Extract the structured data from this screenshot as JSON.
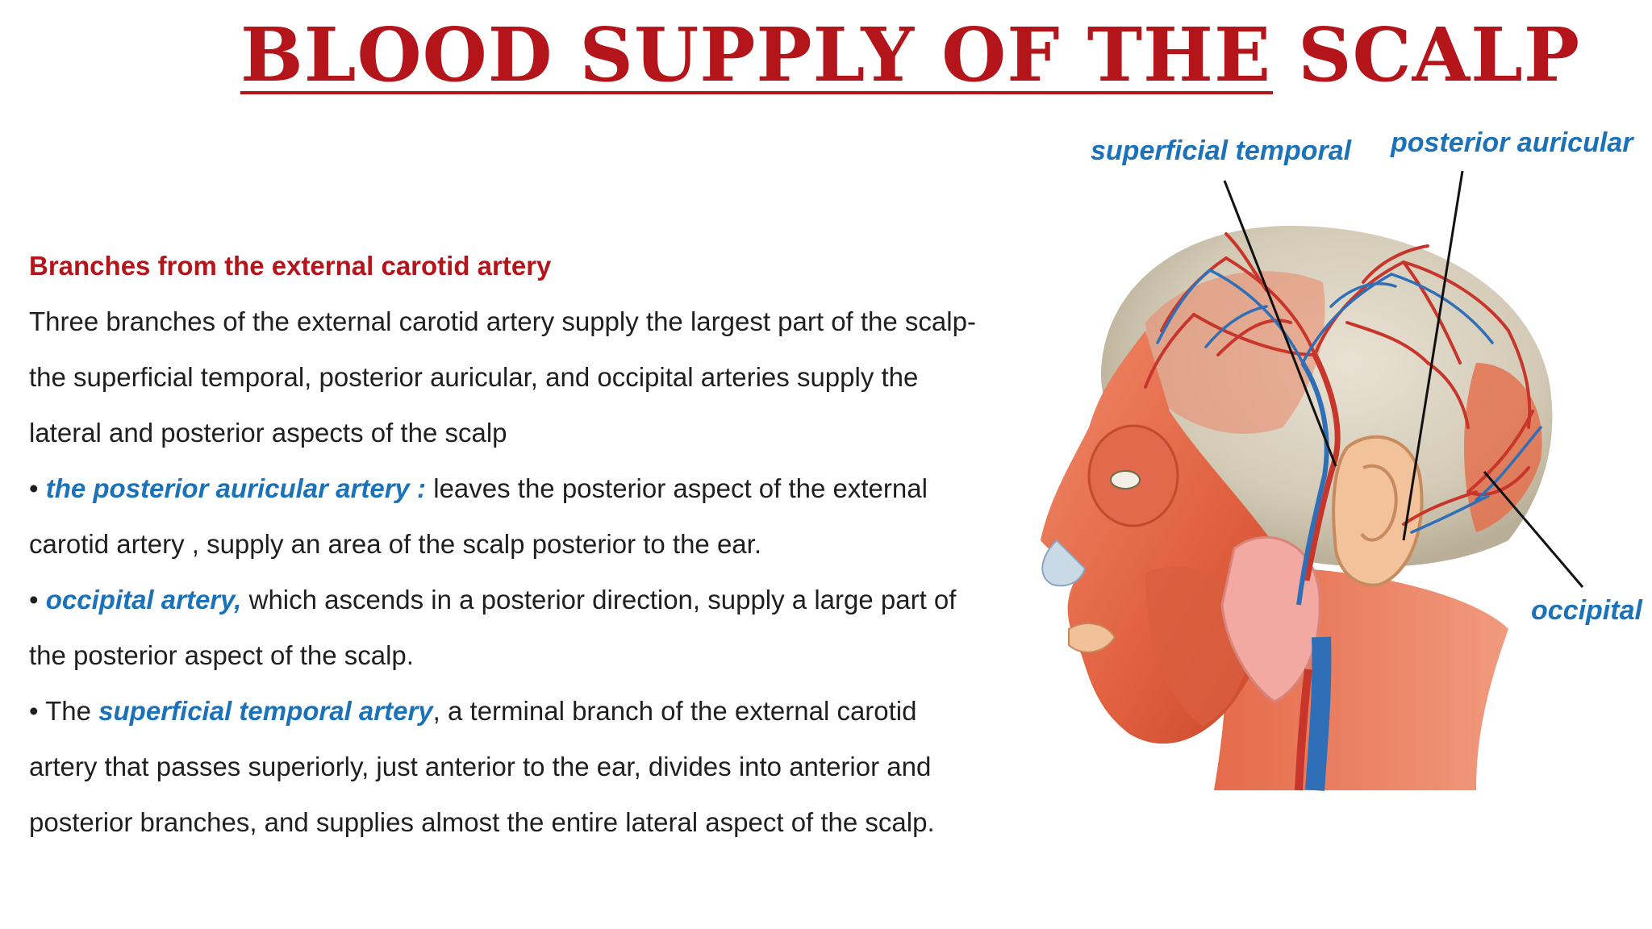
{
  "slide": {
    "title": "BLOOD SUPPLY OF THE SCALP",
    "heading": "Branches from the external carotid artery",
    "intro": [
      "Three branches of the external carotid artery supply the largest part of the scalp-",
      "the superficial temporal, posterior auricular, and occipital arteries supply the",
      "lateral and posterior aspects of the scalp"
    ],
    "bullets": {
      "b1_prefix": "• ",
      "b1_term": "the posterior auricular artery  :",
      "b1_text": " leaves the posterior aspect of the external",
      "b1_cont": "carotid artery , supply an area of the scalp posterior to the ear.",
      "b2_prefix": "• ",
      "b2_term": "occipital artery,",
      "b2_text": " which ascends in a posterior direction, supply a large part of",
      "b2_cont": "the posterior aspect of the scalp.",
      "b3_prefix": "• The  ",
      "b3_term": "superficial temporal artery",
      "b3_text": ", a terminal branch of the external carotid",
      "b3_cont1": "artery that passes superiorly, just anterior to the ear, divides into anterior and",
      "b3_cont2": "posterior branches, and supplies almost the entire lateral aspect of the scalp."
    },
    "figure_labels": {
      "superficial_temporal": "superficial temporal",
      "posterior_auricular": "posterior auricular",
      "occipital": "occipital"
    },
    "colors": {
      "title_red": "#b3151b",
      "term_blue": "#1b72b8",
      "body_text": "#1f1f1f"
    }
  }
}
